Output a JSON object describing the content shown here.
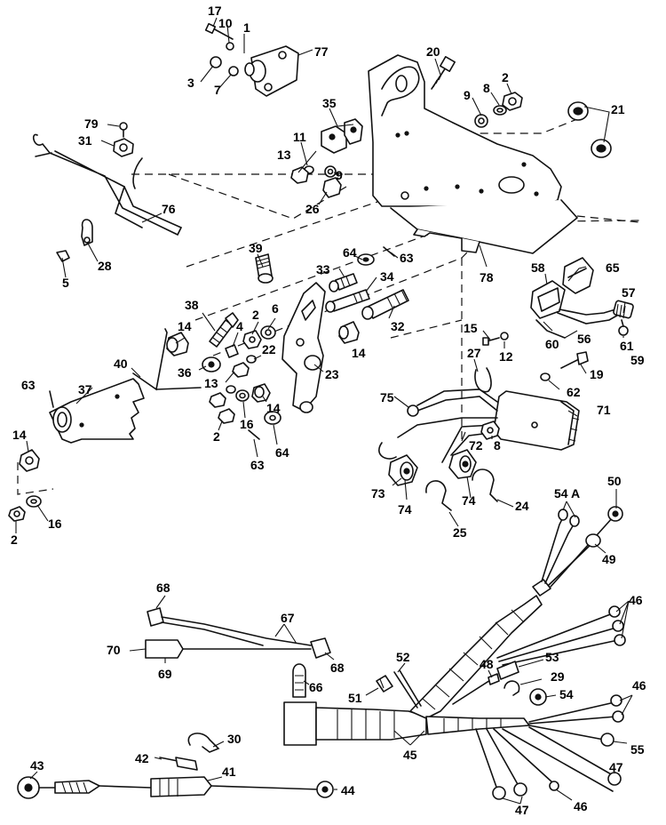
{
  "callouts": [
    {
      "id": "c17",
      "text": "17"
    },
    {
      "id": "c10",
      "text": "10"
    },
    {
      "id": "c1",
      "text": "1"
    },
    {
      "id": "c77",
      "text": "77"
    },
    {
      "id": "c3",
      "text": "3"
    },
    {
      "id": "c7",
      "text": "7"
    },
    {
      "id": "c20",
      "text": "20"
    },
    {
      "id": "c2a",
      "text": "2"
    },
    {
      "id": "c9a",
      "text": "9"
    },
    {
      "id": "c8a",
      "text": "8"
    },
    {
      "id": "c21",
      "text": "21"
    },
    {
      "id": "c35",
      "text": "35"
    },
    {
      "id": "c79",
      "text": "79"
    },
    {
      "id": "c31",
      "text": "31"
    },
    {
      "id": "c11",
      "text": "11"
    },
    {
      "id": "c13a",
      "text": "13"
    },
    {
      "id": "c9b",
      "text": "9"
    },
    {
      "id": "c26",
      "text": "26"
    },
    {
      "id": "c76",
      "text": "76"
    },
    {
      "id": "c28",
      "text": "28"
    },
    {
      "id": "c5",
      "text": "5"
    },
    {
      "id": "c39",
      "text": "39"
    },
    {
      "id": "c64a",
      "text": "64"
    },
    {
      "id": "c63a",
      "text": "63"
    },
    {
      "id": "c78",
      "text": "78"
    },
    {
      "id": "c33",
      "text": "33"
    },
    {
      "id": "c34",
      "text": "34"
    },
    {
      "id": "c58",
      "text": "58"
    },
    {
      "id": "c65",
      "text": "65"
    },
    {
      "id": "c57",
      "text": "57"
    },
    {
      "id": "c38",
      "text": "38"
    },
    {
      "id": "c2b",
      "text": "2"
    },
    {
      "id": "c6",
      "text": "6"
    },
    {
      "id": "c32",
      "text": "32"
    },
    {
      "id": "c14a",
      "text": "14"
    },
    {
      "id": "c4",
      "text": "4"
    },
    {
      "id": "c15",
      "text": "15"
    },
    {
      "id": "c60",
      "text": "60"
    },
    {
      "id": "c56",
      "text": "56"
    },
    {
      "id": "c61",
      "text": "61"
    },
    {
      "id": "c59",
      "text": "59"
    },
    {
      "id": "c12",
      "text": "12"
    },
    {
      "id": "c40",
      "text": "40"
    },
    {
      "id": "c36",
      "text": "36"
    },
    {
      "id": "c22",
      "text": "22"
    },
    {
      "id": "c14b",
      "text": "14"
    },
    {
      "id": "c27",
      "text": "27"
    },
    {
      "id": "c19",
      "text": "19"
    },
    {
      "id": "c23",
      "text": "23"
    },
    {
      "id": "c63b",
      "text": "63"
    },
    {
      "id": "c37",
      "text": "37"
    },
    {
      "id": "c13b",
      "text": "13"
    },
    {
      "id": "c62",
      "text": "62"
    },
    {
      "id": "c75",
      "text": "75"
    },
    {
      "id": "c14c",
      "text": "14"
    },
    {
      "id": "c71",
      "text": "71"
    },
    {
      "id": "c16a",
      "text": "16"
    },
    {
      "id": "c2c",
      "text": "2"
    },
    {
      "id": "c64b",
      "text": "64"
    },
    {
      "id": "c8b",
      "text": "8"
    },
    {
      "id": "c14d",
      "text": "14"
    },
    {
      "id": "c72",
      "text": "72"
    },
    {
      "id": "c63c",
      "text": "63"
    },
    {
      "id": "c73",
      "text": "73"
    },
    {
      "id": "c74a",
      "text": "74"
    },
    {
      "id": "c74b",
      "text": "74"
    },
    {
      "id": "c24",
      "text": "24"
    },
    {
      "id": "c16b",
      "text": "16"
    },
    {
      "id": "c2d",
      "text": "2"
    },
    {
      "id": "c25",
      "text": "25"
    },
    {
      "id": "c50",
      "text": "50"
    },
    {
      "id": "c54A",
      "text": "54 A"
    },
    {
      "id": "c49",
      "text": "49"
    },
    {
      "id": "c68a",
      "text": "68"
    },
    {
      "id": "c67",
      "text": "67"
    },
    {
      "id": "c46a",
      "text": "46"
    },
    {
      "id": "c70",
      "text": "70"
    },
    {
      "id": "c68b",
      "text": "68"
    },
    {
      "id": "c69",
      "text": "69"
    },
    {
      "id": "c66",
      "text": "66"
    },
    {
      "id": "c52",
      "text": "52"
    },
    {
      "id": "c48",
      "text": "48"
    },
    {
      "id": "c53",
      "text": "53"
    },
    {
      "id": "c51",
      "text": "51"
    },
    {
      "id": "c29",
      "text": "29"
    },
    {
      "id": "c54",
      "text": "54"
    },
    {
      "id": "c46b",
      "text": "46"
    },
    {
      "id": "c30",
      "text": "30"
    },
    {
      "id": "c45",
      "text": "45"
    },
    {
      "id": "c55",
      "text": "55"
    },
    {
      "id": "c42",
      "text": "42"
    },
    {
      "id": "c43",
      "text": "43"
    },
    {
      "id": "c41",
      "text": "41"
    },
    {
      "id": "c47a",
      "text": "47"
    },
    {
      "id": "c44",
      "text": "44"
    },
    {
      "id": "c47b",
      "text": "47"
    },
    {
      "id": "c46c",
      "text": "46"
    }
  ]
}
